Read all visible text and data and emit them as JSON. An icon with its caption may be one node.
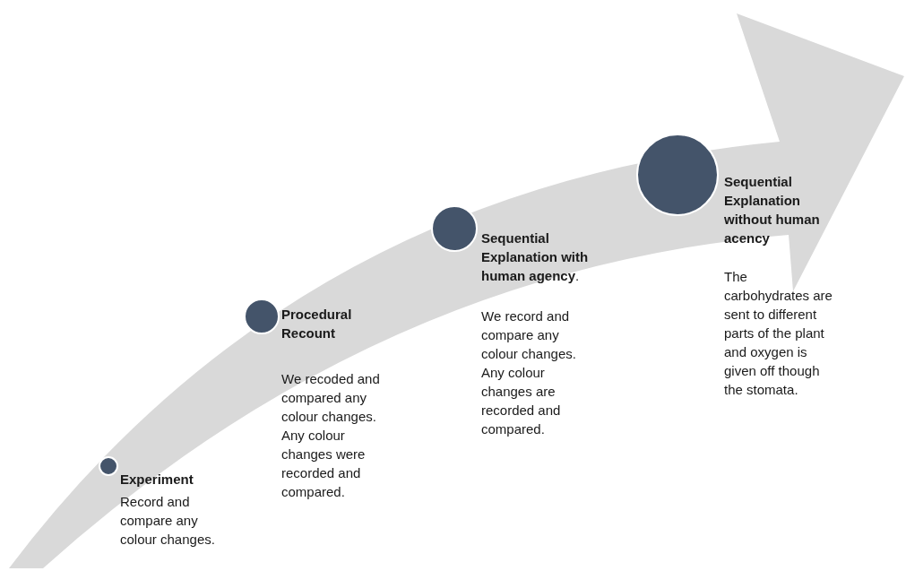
{
  "diagram": {
    "nodes": [
      {
        "text": [
          "Experiment",
          "Record and compare any colour changes."
        ]
      },
      {
        "text": [
          "Procedural Recount",
          "We recoded and compared any colour changes. Any colour changes were recorded and compared."
        ]
      },
      {
        "text": [
          "**Sequential Explanation with human agency**.",
          "We record and compare any colour changes. Any colour changes are recorded and compared."
        ]
      },
      {
        "text": [
          "Sequential Explanation without human acency",
          "The carbohydrates are sent to different parts of the plant and oxygen is given off though the stomata."
        ]
      }
    ]
  }
}
